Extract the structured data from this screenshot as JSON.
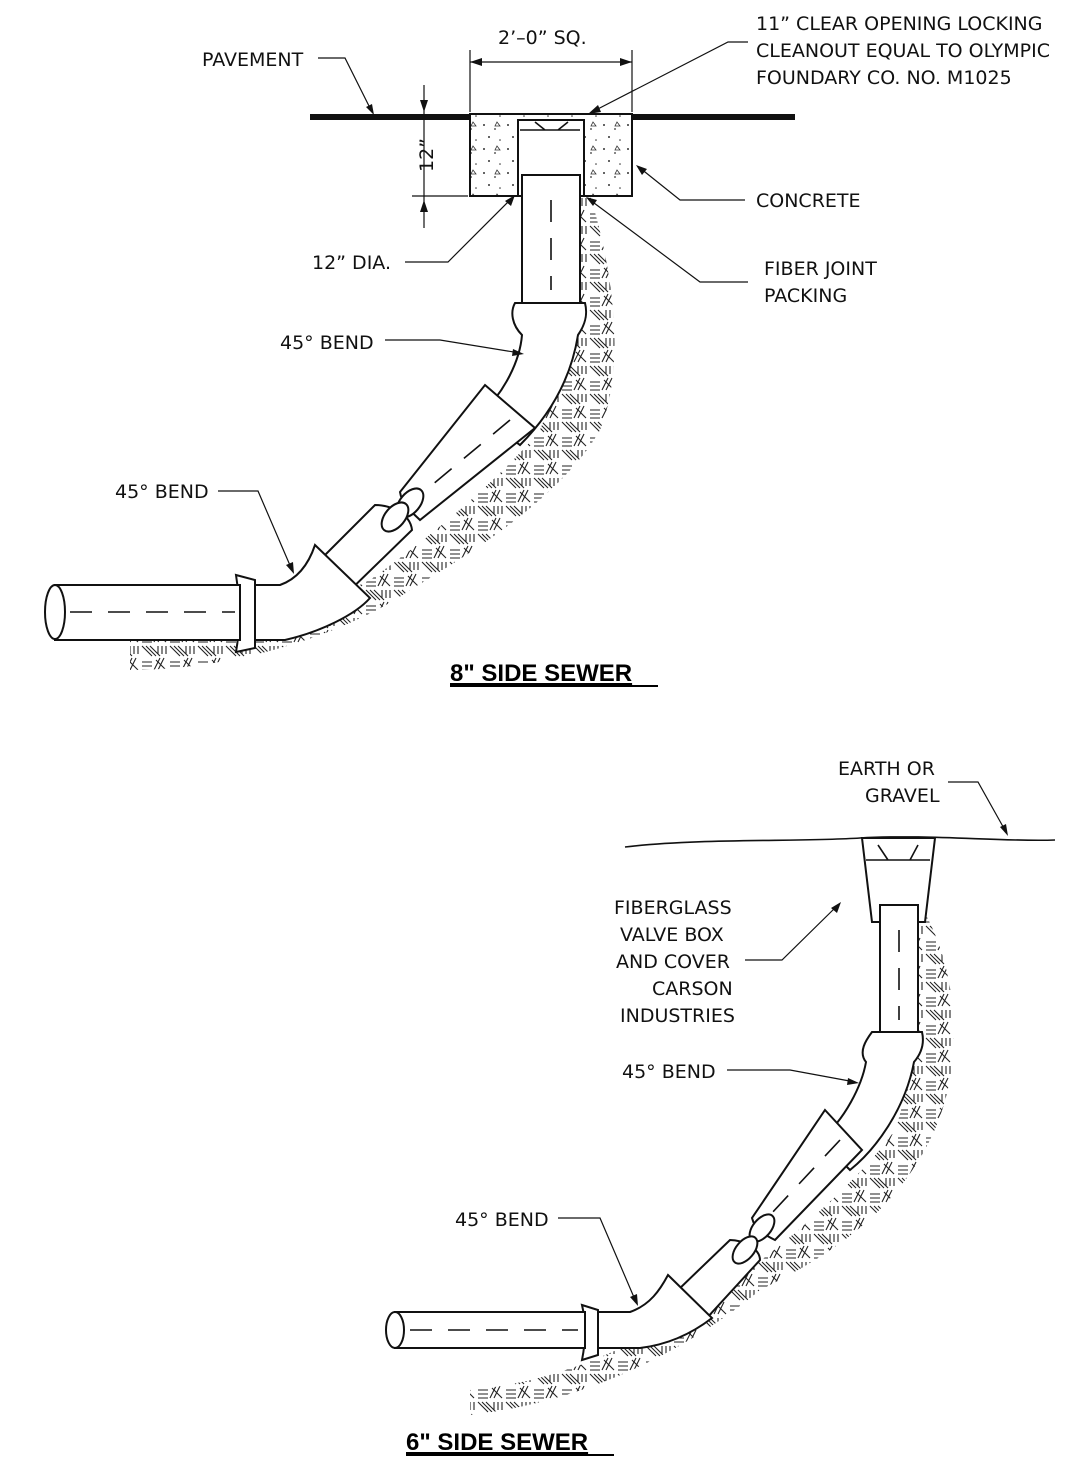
{
  "labels": {
    "pavement": "PAVEMENT",
    "dimension_width": "2’–0” SQ.",
    "cleanout_line1": "11” CLEAR OPENING LOCKING",
    "cleanout_line2": "CLEANOUT EQUAL TO OLYMPIC",
    "cleanout_line3": "FOUNDARY CO. NO. M1025",
    "depth": "12”",
    "concrete": "CONCRETE",
    "dia": "12” DIA.",
    "fiber_line1": "FIBER JOINT",
    "fiber_line2": "PACKING",
    "bend_a": "45° BEND",
    "bend_b": "45° BEND",
    "earth_line1": "EARTH OR",
    "earth_line2": "GRAVEL",
    "valve_line1": "FIBERGLASS",
    "valve_line2": "VALVE BOX",
    "valve_line3": "AND COVER",
    "valve_line4": "CARSON",
    "valve_line5": "INDUSTRIES",
    "bend_c": "45° BEND",
    "bend_d": "45° BEND"
  },
  "titles": {
    "top": "8\" SIDE SEWER",
    "bottom": "6\" SIDE SEWER"
  }
}
